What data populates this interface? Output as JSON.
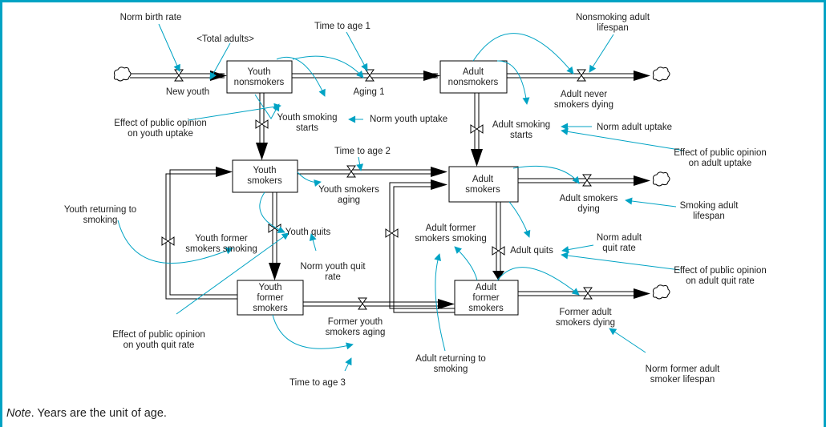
{
  "stocks": {
    "youth_nonsmokers": [
      "Youth",
      "nonsmokers"
    ],
    "adult_nonsmokers": [
      "Adult",
      "nonsmokers"
    ],
    "youth_smokers": [
      "Youth",
      "smokers"
    ],
    "adult_smokers": [
      "Adult",
      "smokers"
    ],
    "youth_former_smokers": [
      "Youth",
      "former",
      "smokers"
    ],
    "adult_former_smokers": [
      "Adult",
      "former",
      "smokers"
    ]
  },
  "flows": {
    "new_youth": [
      "New youth"
    ],
    "aging_1": [
      "Aging 1"
    ],
    "adult_never_smokers_dying": [
      "Adult never",
      "smokers dying"
    ],
    "youth_smoking_starts": [
      "Youth smoking",
      "starts"
    ],
    "adult_smoking_starts": [
      "Adult smoking",
      "starts"
    ],
    "youth_smokers_aging": [
      "Youth smokers",
      "aging"
    ],
    "adult_smokers_dying": [
      "Adult smokers",
      "dying"
    ],
    "youth_quits": [
      "Youth quits"
    ],
    "adult_quits": [
      "Adult quits"
    ],
    "youth_former_smokers_smoking": [
      "Youth former",
      "smokers smoking"
    ],
    "adult_former_smokers_smoking": [
      "Adult former",
      "smokers smoking"
    ],
    "former_youth_smokers_aging": [
      "Former youth",
      "smokers aging"
    ],
    "former_adult_smokers_dying": [
      "Former adult",
      "smokers dying"
    ]
  },
  "variables": {
    "norm_birth_rate": [
      "Norm birth rate"
    ],
    "total_adults": [
      "<Total adults>"
    ],
    "time_to_age_1": [
      "Time to age 1"
    ],
    "nonsmoking_adult_lifespan": [
      "Nonsmoking adult",
      "lifespan"
    ],
    "effect_public_opinion_youth_uptake": [
      "Effect of public opinion",
      "on youth uptake"
    ],
    "norm_youth_uptake": [
      "Norm youth uptake"
    ],
    "norm_adult_uptake": [
      "Norm adult uptake"
    ],
    "effect_public_opinion_adult_uptake": [
      "Effect of public opinion",
      "on adult uptake"
    ],
    "time_to_age_2": [
      "Time to age 2"
    ],
    "youth_returning_to_smoking": [
      "Youth returning to",
      "smoking"
    ],
    "smoking_adult_lifespan": [
      "Smoking adult",
      "lifespan"
    ],
    "norm_youth_quit_rate": [
      "Norm youth quit",
      "rate"
    ],
    "norm_adult_quit_rate": [
      "Norm adult",
      "quit rate"
    ],
    "effect_public_opinion_adult_quit_rate": [
      "Effect of public opinion",
      "on adult quit rate"
    ],
    "effect_public_opinion_youth_quit_rate": [
      "Effect of public opinion",
      "on youth quit rate"
    ],
    "adult_returning_to_smoking": [
      "Adult returning to",
      "smoking"
    ],
    "norm_former_adult_smoker_lifespan": [
      "Norm former adult",
      "smoker lifespan"
    ],
    "time_to_age_3": [
      "Time to age 3"
    ]
  },
  "note": {
    "label": "Note",
    "text": ". Years are the unit of age."
  },
  "colors": {
    "frame": "#00a3c4",
    "info_link": "#00a3c4",
    "flow": "#000000"
  }
}
